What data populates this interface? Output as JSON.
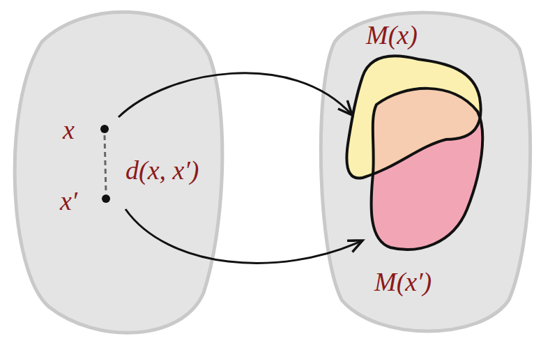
{
  "diagram": {
    "nodes": [
      {
        "text": [
          "x",
          "x′",
          "d(x, x′)"
        ]
      },
      {
        "text": [
          "M(x)"
        ]
      },
      {
        "text": [
          "M(x′)"
        ]
      }
    ],
    "edges": [
      {
        "from": 0,
        "to": 1,
        "arrow": "to"
      },
      {
        "from": 0,
        "to": 2,
        "arrow": "to"
      }
    ]
  }
}
